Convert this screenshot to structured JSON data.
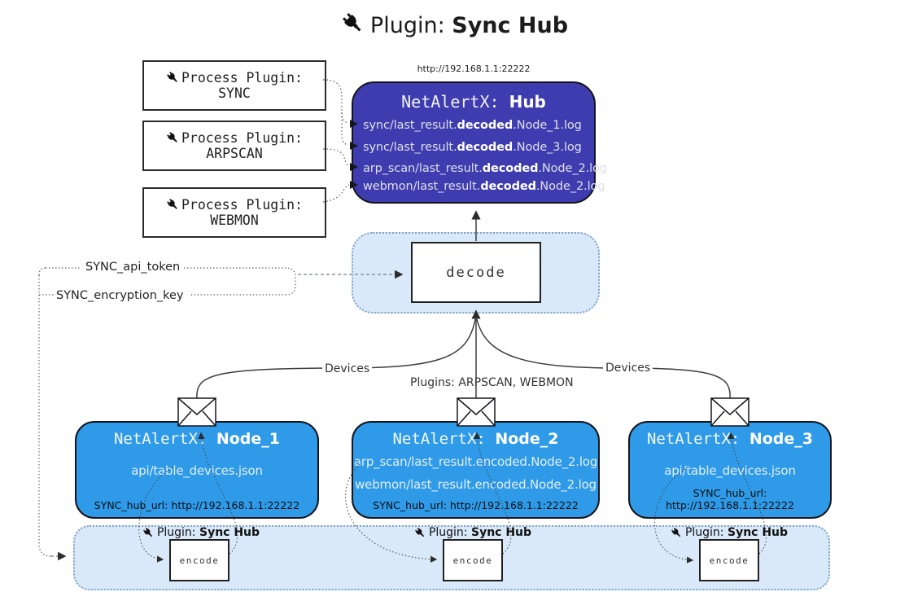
{
  "title": {
    "prefix": "Plugin: ",
    "bold": "Sync Hub"
  },
  "process_plugins": [
    {
      "label": "Process Plugin:",
      "name": "SYNC"
    },
    {
      "label": "Process Plugin:",
      "name": "ARPSCAN"
    },
    {
      "label": "Process Plugin:",
      "name": "WEBMON"
    }
  ],
  "hub": {
    "url": "http://192.168.1.1:22222",
    "title_prefix": "NetAlertX: ",
    "title_bold": "Hub",
    "entries": [
      {
        "pre": "sync/last_result.",
        "bold": "decoded",
        "post": ".Node_1.log"
      },
      {
        "pre": "sync/last_result.",
        "bold": "decoded",
        "post": ".Node_3.log"
      },
      {
        "pre": "arp_scan/last_result.",
        "bold": "decoded",
        "post": ".Node_2.log"
      },
      {
        "pre": "webmon/last_result.",
        "bold": "decoded",
        "post": ".Node_2.log"
      }
    ]
  },
  "decode": {
    "label": "decode"
  },
  "tokens": {
    "api_token": "SYNC_api_token",
    "encryption_key": "SYNC_encryption_key"
  },
  "edges": {
    "devices_left": "Devices",
    "devices_right": "Devices",
    "plugins": "Plugins: ARPSCAN, WEBMON"
  },
  "nodes": [
    {
      "title_prefix": "NetAlertX: ",
      "title_bold": "Node_1",
      "files": [
        "api/table_devices.json"
      ],
      "hub_url": "SYNC_hub_url: http://192.168.1.1:22222"
    },
    {
      "title_prefix": "NetAlertX: ",
      "title_bold": "Node_2",
      "files": [
        "arp_scan/last_result.encoded.Node_2.log",
        "webmon/last_result.encoded.Node_2.log"
      ],
      "hub_url": "SYNC_hub_url: http://192.168.1.1:22222"
    },
    {
      "title_prefix": "NetAlertX: ",
      "title_bold": "Node_3",
      "files": [
        "api/table_devices.json"
      ],
      "hub_url": "SYNC_hub_url: http://192.168.1.1:22222"
    }
  ],
  "band": {
    "plugin_prefix": "Plugin: ",
    "plugin_bold": "Sync Hub",
    "encode_label": "encode"
  },
  "colors": {
    "hub_bg": "#3e3cae",
    "node_bg": "#2e9ae8",
    "panel_bg": "#d9e9f9"
  }
}
